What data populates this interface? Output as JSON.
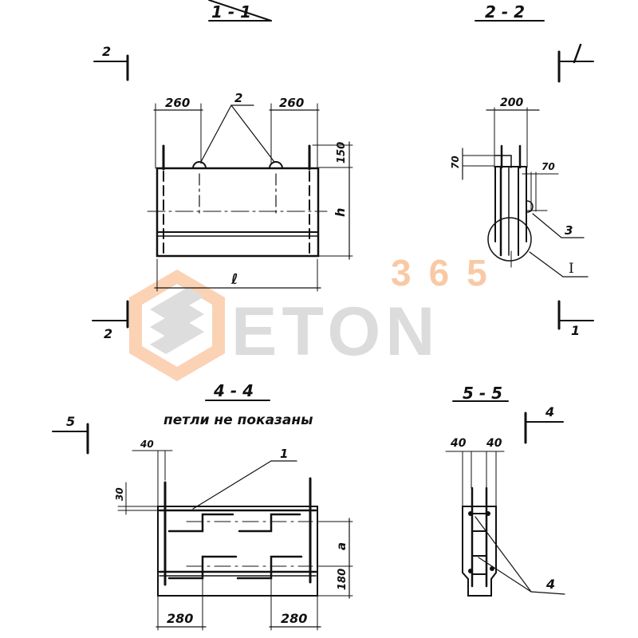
{
  "drawing": {
    "sections": {
      "s11": {
        "title": "1 - 1",
        "dim_left": "260",
        "dim_right": "260",
        "leader": "2",
        "dim_top": "150",
        "dim_height": "h",
        "dim_length": "ℓ",
        "cut_top": "2",
        "cut_bottom": "2"
      },
      "s22": {
        "title": "2 - 2",
        "dim_width": "200",
        "dim_left": "70",
        "dim_right": "70",
        "leader_3": "3",
        "leader_I": "I",
        "cut_top": "1",
        "cut_bottom": "1"
      },
      "s44": {
        "title": "4 - 4",
        "subtitle": "петли не показаны",
        "dim_40": "40",
        "dim_30": "30",
        "leader": "1",
        "dim_a": "a",
        "dim_180": "180",
        "dim_left": "280",
        "dim_right": "280",
        "cut": "5"
      },
      "s55": {
        "title": "5 - 5",
        "dim_left": "40",
        "dim_right": "40",
        "leader": "4",
        "cut": "4"
      }
    }
  },
  "watermark": {
    "brand_top": "365",
    "brand_main": "ETON",
    "colors": {
      "orange": "#f9c9a6",
      "gray": "#dcdcdc"
    }
  }
}
